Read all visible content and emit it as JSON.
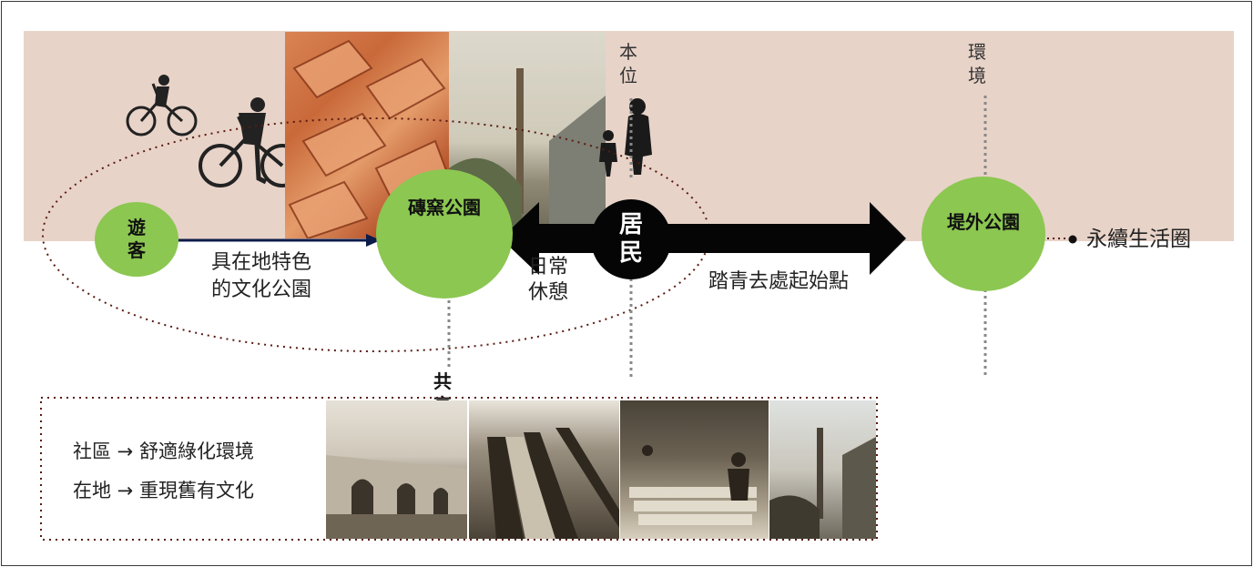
{
  "nodes": {
    "tourist": "遊\n客",
    "brick_park": "磚窯公園",
    "residents": "居\n民",
    "outer_park": "堤外公園"
  },
  "labels": {
    "cultural_park": "具在地特色\n的文化公園",
    "daily_rest": "日常\n休憩",
    "outing_start": "踏青去處起始點",
    "sustainable": "永續生活圈",
    "standpoint": "本\n位",
    "environment": "環\n境",
    "share": "共\n享"
  },
  "notes": [
    "社區 → 舒適綠化環境",
    "在地 → 重現舊有文化"
  ],
  "colors": {
    "band": "#e8d3c8",
    "green": "#8cc751",
    "black": "#050505",
    "dotted": "#5a1a10"
  }
}
